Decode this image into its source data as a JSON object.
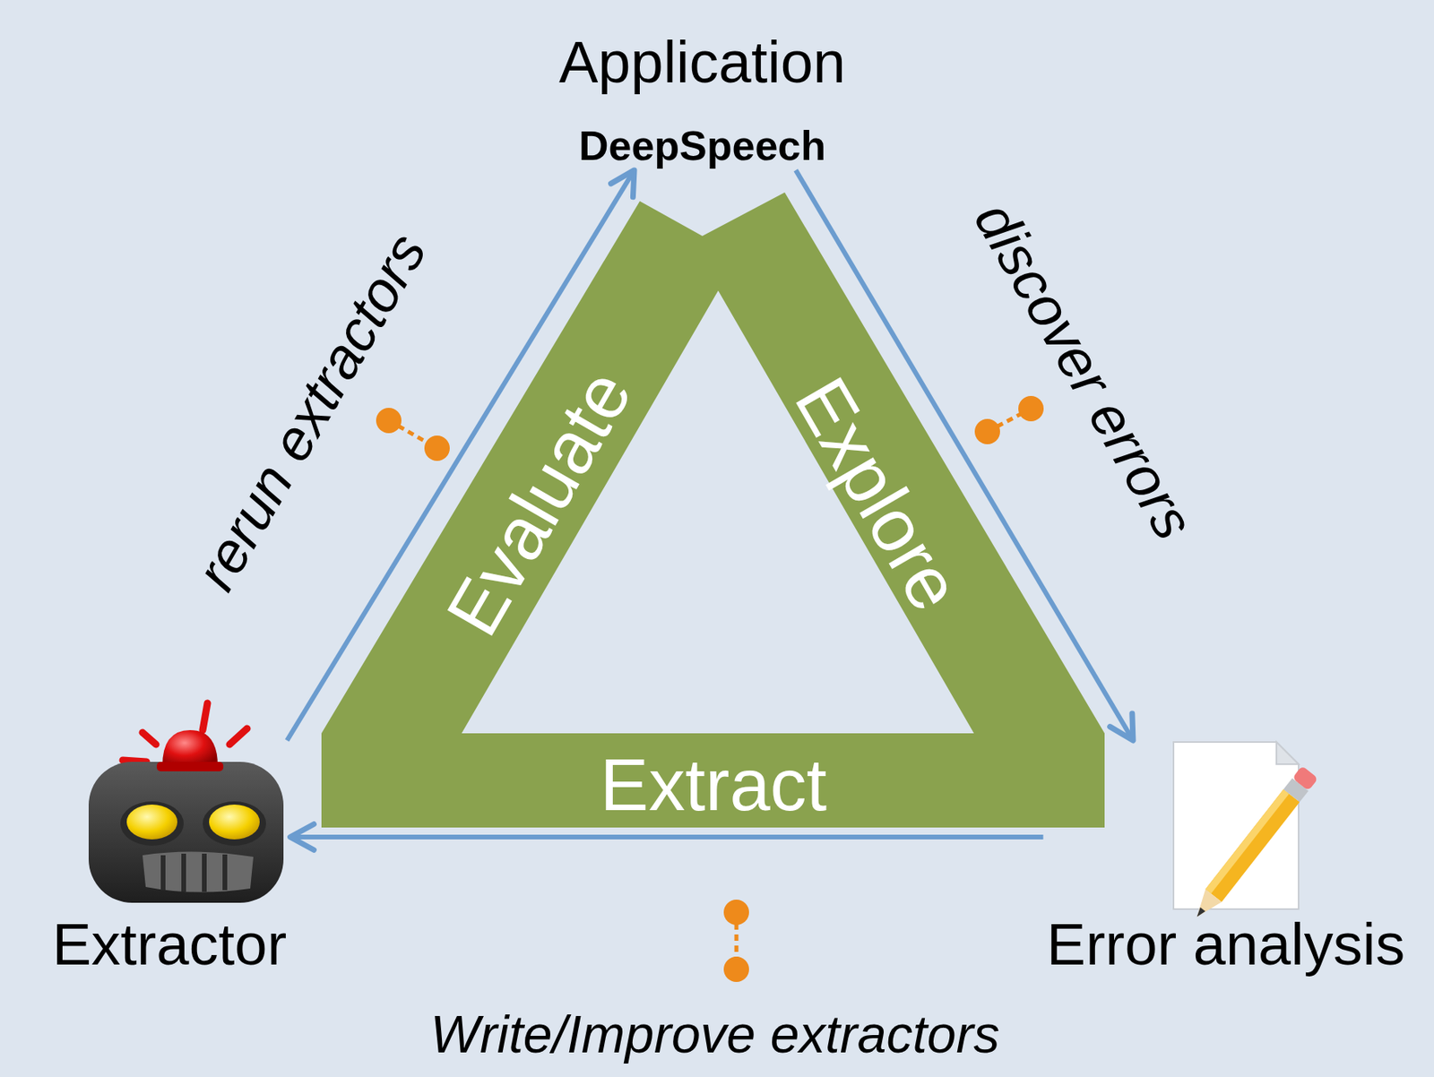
{
  "diagram": {
    "nodes": [
      {
        "text": [
          "Application",
          "DeepSpeech"
        ]
      },
      {
        "text": [
          "Evaluate",
          "Explore",
          "Extract"
        ]
      },
      {
        "text": [
          "Extractor"
        ]
      },
      {
        "text": [
          "Error analysis"
        ]
      }
    ],
    "edges": [
      {
        "from": 2,
        "to": 0,
        "label": "rerun extractors",
        "arrow": "to"
      },
      {
        "from": 0,
        "to": 3,
        "label": "discover errors",
        "arrow": "to"
      },
      {
        "from": 3,
        "to": 2,
        "label": "Write/Improve extractors",
        "arrow": "to"
      }
    ]
  }
}
